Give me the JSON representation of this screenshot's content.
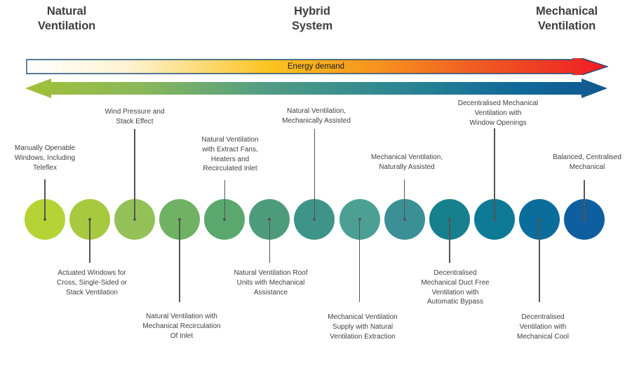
{
  "titles": {
    "left": "Natural\nVentilation",
    "center": "Hybrid\nSystem",
    "right": "Mechanical\nVentilation"
  },
  "energy_arrow": {
    "label": "Energy demand",
    "direction": "right",
    "gradient": [
      "#ffffff",
      "#fdf3d4",
      "#fbc02d",
      "#f7941e",
      "#f05a22",
      "#ee1c25"
    ],
    "border_color": "#1f4e79"
  },
  "spectrum_arrow": {
    "direction": "both",
    "gradient": [
      "#a2c037",
      "#7fb069",
      "#4a9a8a",
      "#1f7d94",
      "#10628f",
      "#11578f"
    ]
  },
  "chart_data": {
    "type": "diagram",
    "title": "Ventilation strategy continuum",
    "xlabel": "Natural Ventilation → Hybrid System → Mechanical Ventilation",
    "node_count": 13,
    "node_colors": [
      "#b5d334",
      "#a7c93f",
      "#93c158",
      "#6fb263",
      "#5aa86d",
      "#4c9c7c",
      "#3e9488",
      "#4c9f93",
      "#3a9095",
      "#17808f",
      "#0d7a96",
      "#0b6d9c",
      "#0f5fa0"
    ],
    "nodes": [
      {
        "index": 1,
        "label": "Manually Openable\nWindows, Including\nTeleflex",
        "side": "top",
        "color": "#b5d334"
      },
      {
        "index": 2,
        "label": "Actuated Windows for\nCross, Single-Sided or\nStack Ventilation",
        "side": "bottom",
        "color": "#a7c93f"
      },
      {
        "index": 3,
        "label": "Wind Pressure and\nStack Effect",
        "side": "top",
        "color": "#93c158"
      },
      {
        "index": 4,
        "label": "Natural Ventilation with\nMechanical Recirculation\nOf Inlet",
        "side": "bottom",
        "color": "#6fb263"
      },
      {
        "index": 5,
        "label": "Natural Ventilation\nwith Extract Fans,\nHeaters and\nRecirculated Inlet",
        "side": "top",
        "color": "#5aa86d"
      },
      {
        "index": 6,
        "label": "Natural Ventilation Roof\nUnits with Mechanical\nAssistance",
        "side": "bottom",
        "color": "#4c9c7c"
      },
      {
        "index": 7,
        "label": "Natural Ventilation,\nMechanically Assisted",
        "side": "top",
        "color": "#3e9488"
      },
      {
        "index": 8,
        "label": "Mechanical Ventilation\nSupply with Natural\nVentilation Extraction",
        "side": "bottom",
        "color": "#4c9f93"
      },
      {
        "index": 9,
        "label": "Mechanical Ventilation,\nNaturally Assisted",
        "side": "top",
        "color": "#3a9095"
      },
      {
        "index": 10,
        "label": "Decentralised\nMechanical Duct Free\nVentilation with\nAutomatic Bypass",
        "side": "bottom",
        "color": "#17808f"
      },
      {
        "index": 11,
        "label": "Decentralised Mechanical\nVentilation with\nWindow Openings",
        "side": "top",
        "color": "#0d7a96"
      },
      {
        "index": 12,
        "label": "Decentralised\nVentilation with\nMechanical Cool",
        "side": "bottom",
        "color": "#0b6d9c"
      },
      {
        "index": 13,
        "label": "Balanced, Centralised\nMechanical",
        "side": "top",
        "color": "#0f5fa0"
      }
    ]
  }
}
